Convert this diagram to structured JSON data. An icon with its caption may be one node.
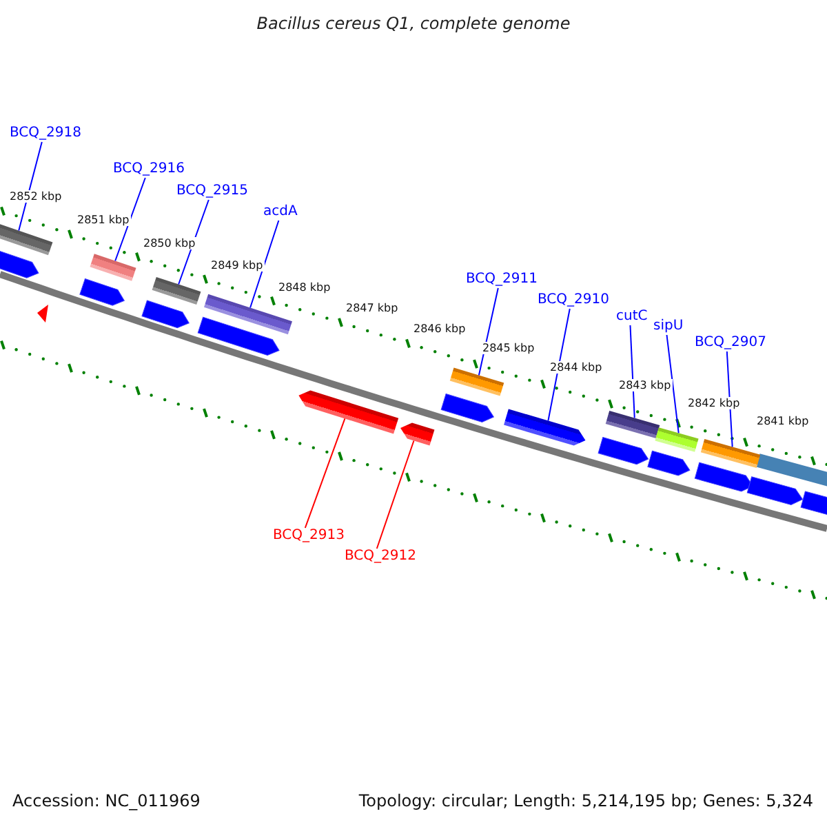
{
  "diagram": {
    "title": "Bacillus cereus Q1, complete genome",
    "nodes": [
      {
        "text": [
          "BCQ_2918"
        ]
      },
      {
        "text": [
          "BCQ_2916"
        ]
      },
      {
        "text": [
          "BCQ_2915"
        ]
      },
      {
        "text": [
          "acdA"
        ]
      },
      {
        "text": [
          "BCQ_2911"
        ]
      },
      {
        "text": [
          "BCQ_2910"
        ]
      },
      {
        "text": [
          "cutC"
        ]
      },
      {
        "text": [
          "sipU"
        ]
      },
      {
        "text": [
          "BCQ_2907"
        ]
      },
      {
        "text": [
          "BCQ_2913"
        ]
      },
      {
        "text": [
          "BCQ_2912"
        ]
      },
      {
        "text": [],
        "shape": "bar"
      },
      {
        "text": [],
        "shape": "bar"
      },
      {
        "text": [],
        "shape": "bar"
      },
      {
        "text": [],
        "shape": "bar"
      },
      {
        "text": [],
        "shape": "bar"
      },
      {
        "text": [],
        "shape": "arrow"
      },
      {
        "text": [],
        "shape": "bar"
      },
      {
        "text": [],
        "shape": "bar"
      },
      {
        "text": [],
        "shape": "bar"
      },
      {
        "text": [],
        "shape": "arrow"
      },
      {
        "text": [],
        "shape": "arrow"
      }
    ],
    "edges": [
      {
        "from": 0,
        "to": 11,
        "arrow": "none"
      },
      {
        "from": 1,
        "to": 12,
        "arrow": "none"
      },
      {
        "from": 2,
        "to": 13,
        "arrow": "none"
      },
      {
        "from": 3,
        "to": 14,
        "arrow": "none"
      },
      {
        "from": 4,
        "to": 15,
        "arrow": "none"
      },
      {
        "from": 5,
        "to": 16,
        "arrow": "none"
      },
      {
        "from": 6,
        "to": 17,
        "arrow": "none"
      },
      {
        "from": 7,
        "to": 18,
        "arrow": "none"
      },
      {
        "from": 8,
        "to": 19,
        "arrow": "none"
      },
      {
        "from": 9,
        "to": 20,
        "arrow": "none",
        "color": "#ff0000"
      },
      {
        "from": 10,
        "to": 21,
        "arrow": "none",
        "color": "#ff0000"
      }
    ],
    "labels": [
      "2852 kbp",
      "2851 kbp",
      "2850 kbp",
      "2849 kbp",
      "2848 kbp",
      "2847 kbp",
      "2846 kbp",
      "2845 kbp",
      "2844 kbp",
      "2843 kbp",
      "2842 kbp",
      "2841 kbp",
      "Accession: NC_011969",
      "Topology: circular; Length: 5,214,195 bp; Genes: 5,324"
    ]
  }
}
